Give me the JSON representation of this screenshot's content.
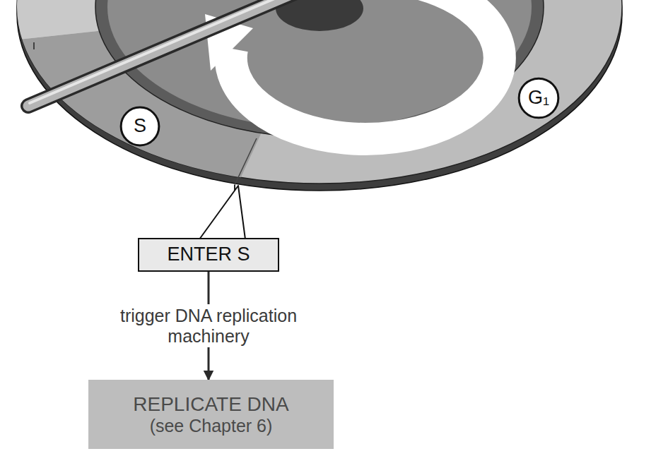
{
  "diagram": {
    "nodes": [
      {
        "text": [
          "S"
        ]
      },
      {
        "text": [
          "G₁"
        ]
      },
      {
        "text": [
          "ENTER S"
        ]
      },
      {
        "text": [
          "REPLICATE DNA",
          "(see Chapter 6)"
        ]
      }
    ],
    "edges": [
      {
        "from": 2,
        "to": 3,
        "label": "trigger DNA replication machinery",
        "arrow": "to"
      }
    ]
  }
}
